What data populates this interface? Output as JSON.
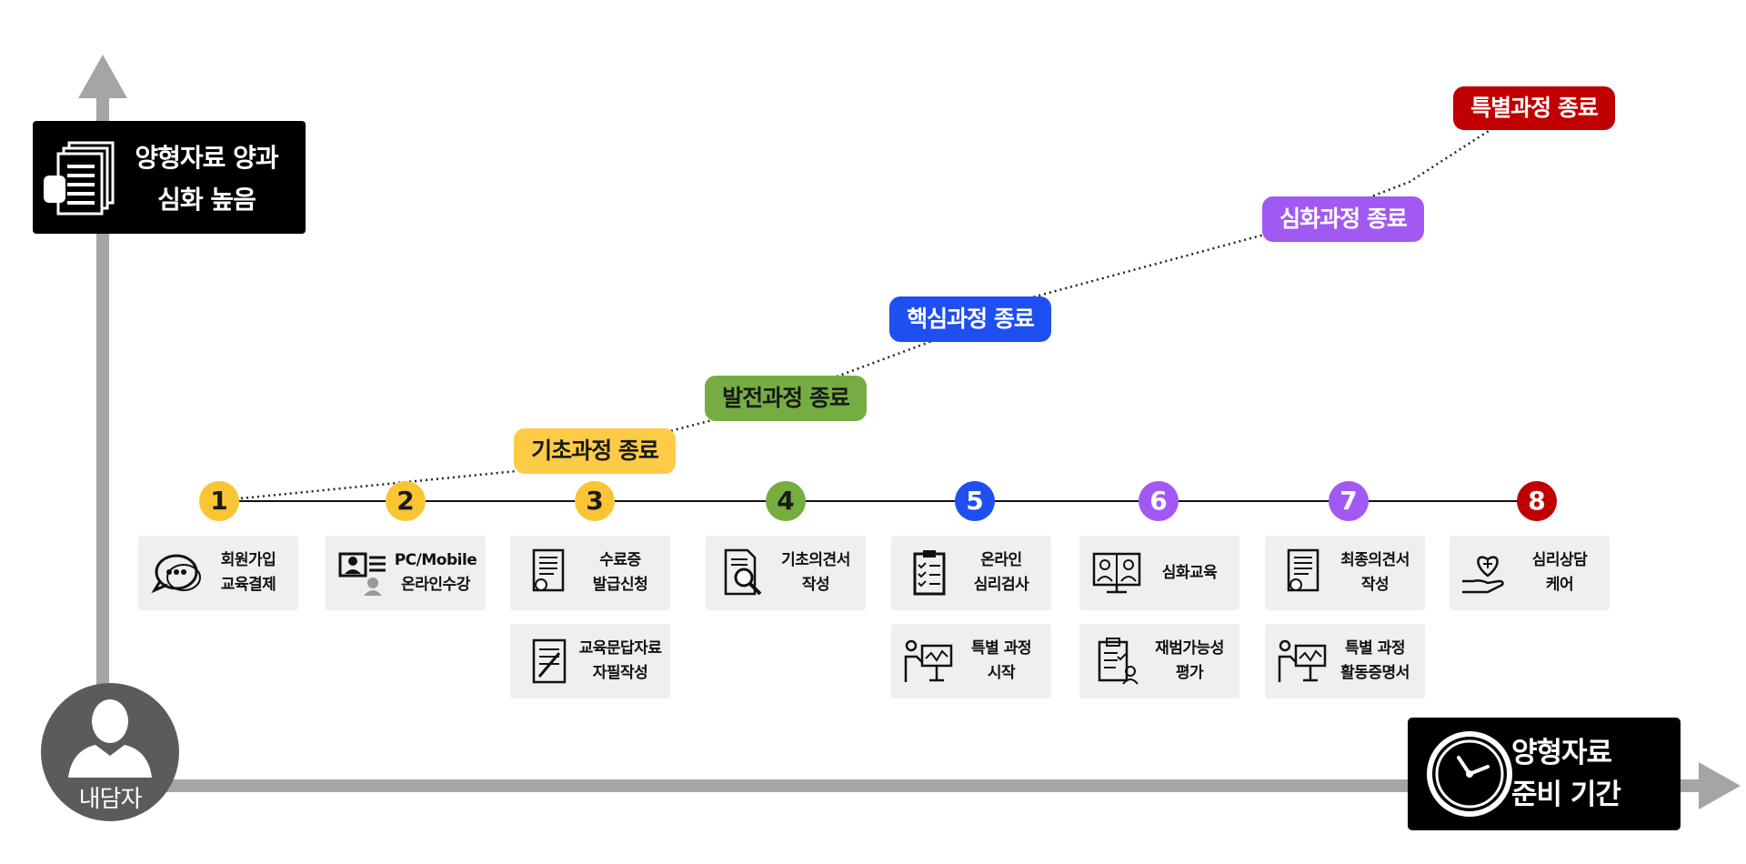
{
  "y_axis": {
    "label_line1": "양형자료 양과",
    "label_line2": "심화 높음",
    "icon": "document-stack-hand-icon"
  },
  "x_axis": {
    "label_line1": "양형자료",
    "label_line2": "준비 기간",
    "icon": "clock-icon"
  },
  "origin": {
    "label": "내담자",
    "icon": "person-silhouette-icon"
  },
  "steps": [
    {
      "number": "1",
      "color": "#F9C534",
      "text_color": "#1a1a1a"
    },
    {
      "number": "2",
      "color": "#F9C534",
      "text_color": "#1a1a1a"
    },
    {
      "number": "3",
      "color": "#F9C534",
      "text_color": "#1a1a1a"
    },
    {
      "number": "4",
      "color": "#75AD3F",
      "text_color": "#1a1a1a"
    },
    {
      "number": "5",
      "color": "#1F4FF0",
      "text_color": "#ffffff"
    },
    {
      "number": "6",
      "color": "#A259F2",
      "text_color": "#ffffff"
    },
    {
      "number": "7",
      "color": "#A259F2",
      "text_color": "#ffffff"
    },
    {
      "number": "8",
      "color": "#C00000",
      "text_color": "#ffffff"
    }
  ],
  "milestones": [
    {
      "label": "기초과정 종료",
      "color": "#FDCB45",
      "text_color": "#1a1a1a"
    },
    {
      "label": "발전과정 종료",
      "color": "#76AD42",
      "text_color": "#1a1a1a"
    },
    {
      "label": "핵심과정 종료",
      "color": "#1F4FF0",
      "text_color": "#ffffff"
    },
    {
      "label": "심화과정 종료",
      "color": "#A259F2",
      "text_color": "#ffffff"
    },
    {
      "label": "특별과정 종료",
      "color": "#C00000",
      "text_color": "#ffffff"
    }
  ],
  "cards": [
    {
      "line1": "회원가입",
      "line2": "교육결제",
      "icon": "chat-bubbles-icon"
    },
    {
      "line1": "PC/Mobile",
      "line2": "온라인수강",
      "icon": "online-lecture-icon"
    },
    {
      "line1": "수료증",
      "line2": "발급신청",
      "icon": "certificate-icon"
    },
    {
      "line1": "교육문답자료",
      "line2": "자필작성",
      "icon": "handwriting-document-icon"
    },
    {
      "line1": "기초의견서",
      "line2": "작성",
      "icon": "document-magnifier-icon"
    },
    {
      "line1": "온라인",
      "line2": "심리검사",
      "icon": "checklist-clipboard-icon"
    },
    {
      "line1": "특별 과정",
      "line2": "시작",
      "icon": "presenter-board-icon"
    },
    {
      "line1": "심화교육",
      "line2": "",
      "icon": "video-conference-icon"
    },
    {
      "line1": "재범가능성",
      "line2": "평가",
      "icon": "evaluation-clipboard-icon"
    },
    {
      "line1": "최종의견서",
      "line2": "작성",
      "icon": "certificate-icon"
    },
    {
      "line1": "특별 과정",
      "line2": "활동증명서",
      "icon": "presenter-board-icon"
    },
    {
      "line1": "심리상담",
      "line2": "케어",
      "icon": "heart-hand-care-icon"
    }
  ]
}
